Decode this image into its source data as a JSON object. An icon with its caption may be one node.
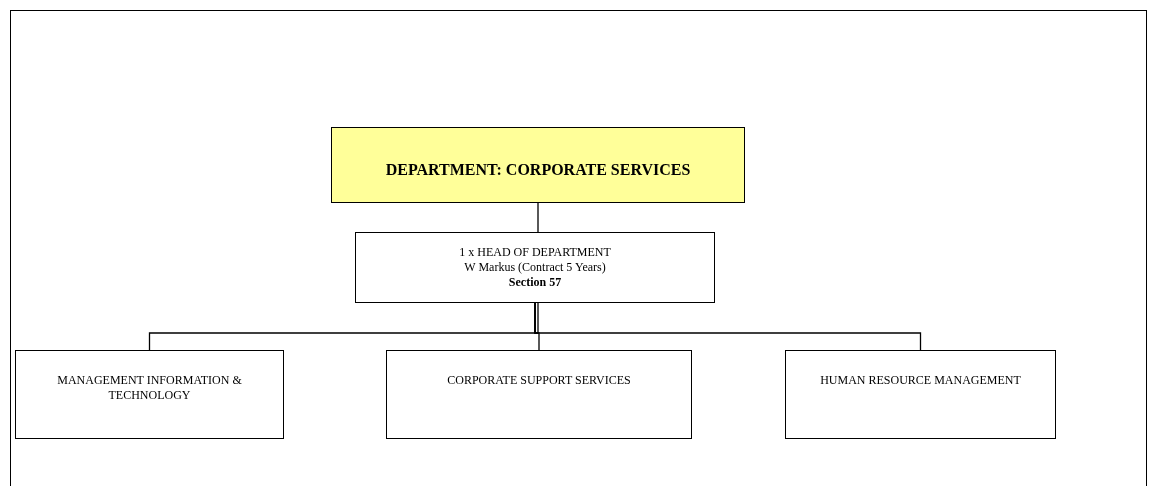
{
  "diagram": {
    "nodes": [
      {
        "text": [
          "DEPARTMENT: CORPORATE SERVICES"
        ]
      },
      {
        "text": [
          "1 x HEAD OF DEPARTMENT",
          "W Markus (Contract 5 Years)",
          "Section 57"
        ]
      },
      {
        "text": [
          "MANAGEMENT INFORMATION & TECHNOLOGY"
        ]
      },
      {
        "text": [
          "CORPORATE SUPPORT SERVICES"
        ]
      },
      {
        "text": [
          "HUMAN RESOURCE MANAGEMENT"
        ]
      }
    ],
    "edges": [
      {
        "from": 0,
        "to": 1,
        "arrow": "none"
      },
      {
        "from": 1,
        "to": 2,
        "arrow": "none"
      },
      {
        "from": 1,
        "to": 3,
        "arrow": "none"
      },
      {
        "from": 1,
        "to": 4,
        "arrow": "none"
      }
    ]
  }
}
